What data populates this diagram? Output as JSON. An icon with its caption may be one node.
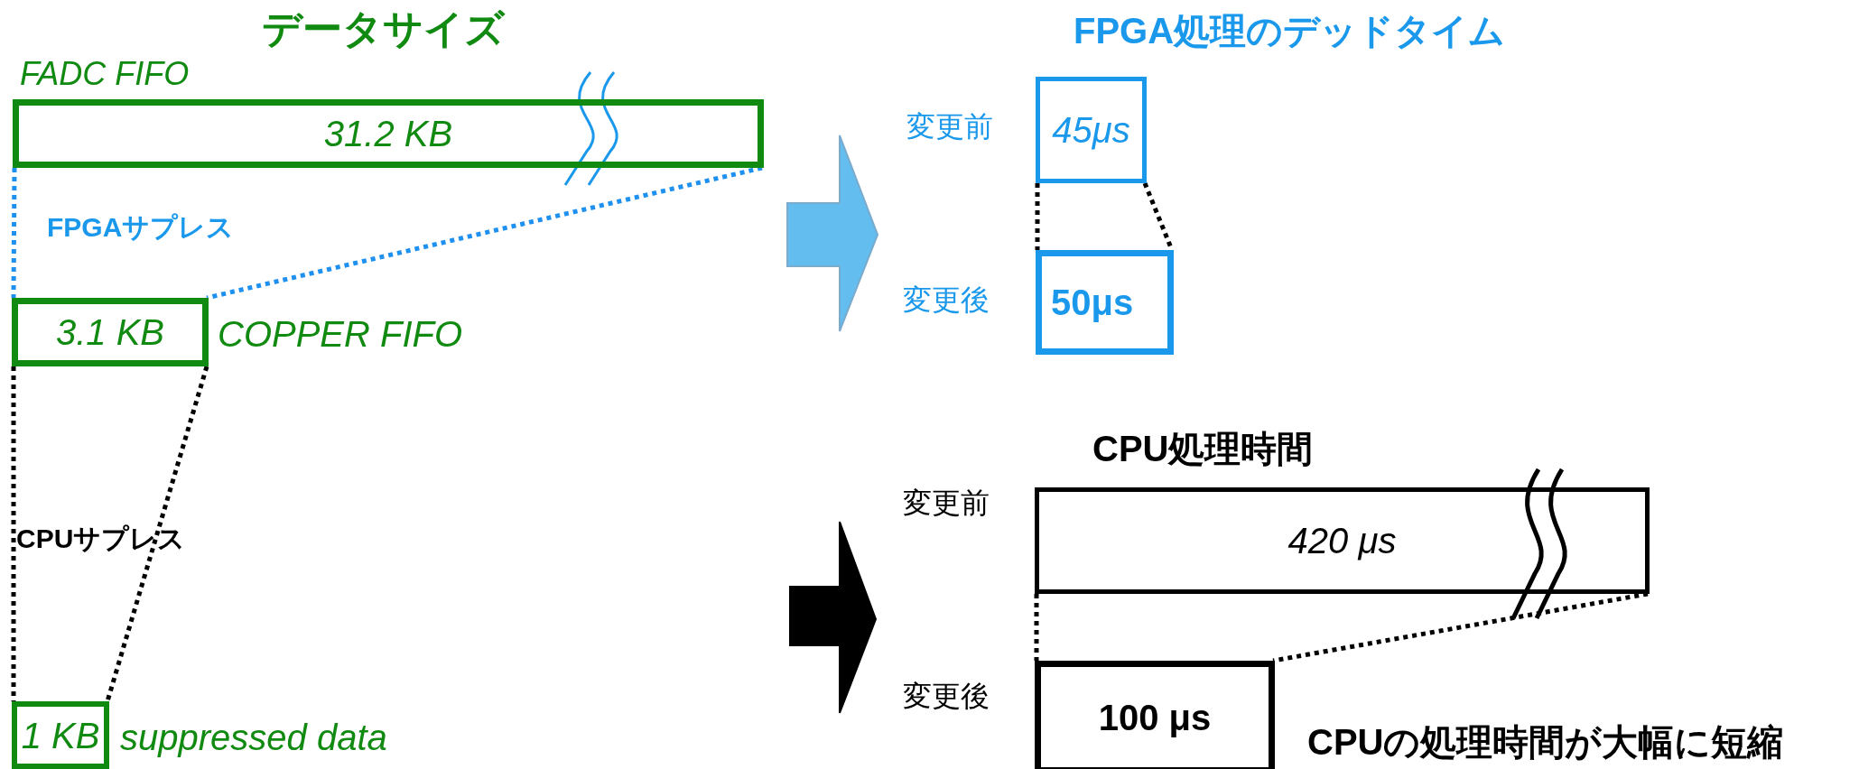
{
  "diagram": {
    "nodes": [
      {
        "text": [
          "FADC FIFO",
          "31.2 KB"
        ]
      },
      {
        "text": [
          "3.1 KB"
        ],
        "beside": [
          "COPPER FIFO"
        ]
      },
      {
        "text": [
          "1 KB"
        ],
        "beside": [
          "suppressed data"
        ]
      },
      {
        "text": [
          "45μs"
        ],
        "beside": [
          "変更前"
        ]
      },
      {
        "text": [
          "50μs"
        ],
        "beside": [
          "変更後"
        ]
      },
      {
        "text": [
          "420 μs"
        ],
        "beside": [
          "変更前"
        ]
      },
      {
        "text": [
          "100 μs"
        ],
        "beside": [
          "変更後"
        ]
      }
    ],
    "edges": [
      {
        "from": 0,
        "to": 1,
        "arrow": "none",
        "style": "dashed",
        "color": "#1e90f0"
      },
      {
        "from": 0,
        "to": 1,
        "arrow": "none",
        "style": "dashed",
        "color": "#1e90f0"
      },
      {
        "from": 1,
        "to": 2,
        "arrow": "none",
        "style": "dashed"
      },
      {
        "from": 1,
        "to": 2,
        "arrow": "none",
        "style": "dashed"
      },
      {
        "from": 3,
        "to": 4,
        "arrow": "none",
        "style": "dashed"
      },
      {
        "from": 3,
        "to": 4,
        "arrow": "none",
        "style": "dashed"
      },
      {
        "from": 5,
        "to": 6,
        "arrow": "none",
        "style": "dashed"
      },
      {
        "from": 5,
        "to": 6,
        "arrow": "none",
        "style": "dashed"
      }
    ],
    "labels": [
      "データサイズ",
      "FPGA処理のデッドタイム",
      "FPGAサプレス",
      "CPU処理時間",
      "CPUサプレス",
      "CPUの処理時間が大幅に短縮"
    ]
  }
}
